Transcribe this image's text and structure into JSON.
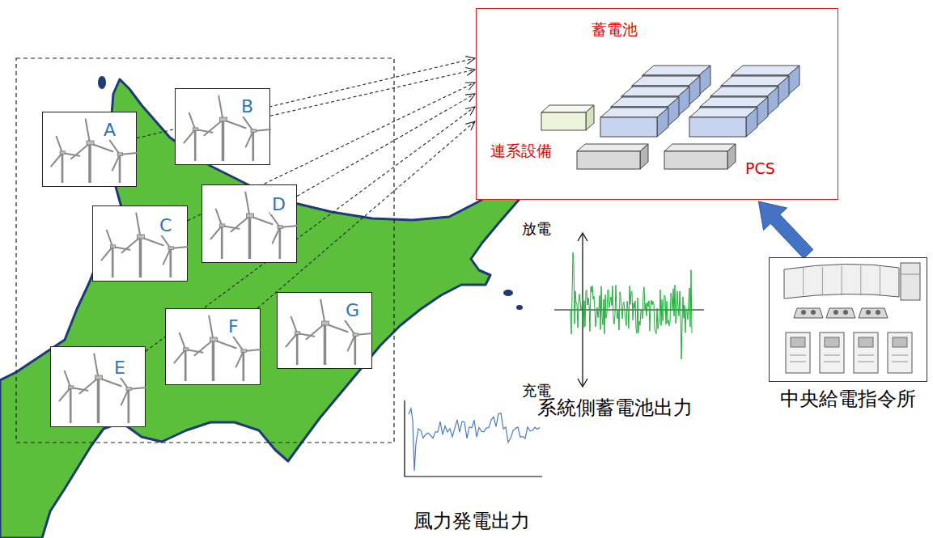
{
  "diagram": {
    "nodes": [
      {
        "text": [
          "A"
        ]
      },
      {
        "text": [
          "B"
        ]
      },
      {
        "text": [
          "C"
        ]
      },
      {
        "text": [
          "D"
        ]
      },
      {
        "text": [
          "E"
        ]
      },
      {
        "text": [
          "F"
        ]
      },
      {
        "text": [
          "G"
        ]
      },
      {
        "text": [
          "蓄電池",
          "連系設備",
          "PCS"
        ]
      },
      {
        "text": [
          "中央給電指令所"
        ]
      }
    ],
    "edges": [
      {
        "from": 0,
        "to": 7,
        "arrow": "to"
      },
      {
        "from": 1,
        "to": 7,
        "arrow": "to"
      },
      {
        "from": 2,
        "to": 7,
        "arrow": "to"
      },
      {
        "from": 3,
        "to": 7,
        "arrow": "to"
      },
      {
        "from": 4,
        "to": 7,
        "arrow": "to"
      },
      {
        "from": 5,
        "to": 7,
        "arrow": "to"
      },
      {
        "from": 8,
        "to": 7,
        "arrow": "to"
      }
    ],
    "labels": [
      "放電",
      "充電",
      "系統側蓄電池出力",
      "風力発電出力"
    ]
  }
}
